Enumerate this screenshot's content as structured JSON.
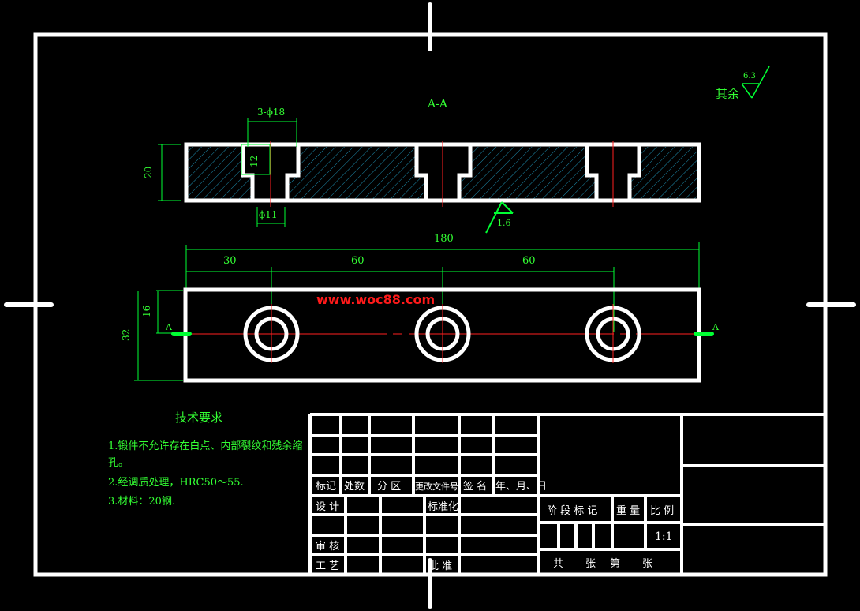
{
  "section_label": "A-A",
  "roughness": {
    "prefix": "其余",
    "value": "6.3",
    "section_value": "1.6"
  },
  "dims": {
    "holes_top": "3-ϕ18",
    "height_20": "20",
    "depth_12": "12",
    "dia_11": "ϕ11",
    "total_180": "180",
    "d30": "30",
    "d60a": "60",
    "d60b": "60",
    "h16": "16",
    "h32": "32",
    "section_mark_left": "A",
    "section_mark_right": "A"
  },
  "watermark": "www.woc88.com",
  "tech": {
    "title": "技术要求",
    "line1": "1.锻件不允许存在白点、内部裂纹和残余缩",
    "line2": "孔。",
    "line3": "2.经调质处理，HRC50～55.",
    "line4": "3.材料：20钢."
  },
  "titleblock": {
    "biaoji": "标记",
    "chushu": "处数",
    "fenqu": "分 区",
    "genggai": "更改文件号",
    "qianming": "签 名",
    "nianyueri": "年、月、日",
    "sheji": "设 计",
    "biaozhunhua": "标准化",
    "shenhe": "审 核",
    "gongyi": "工 艺",
    "pizhun": "批 准",
    "jieduan": "阶 段 标 记",
    "zhongliang": "重 量",
    "bili": "比 例",
    "scale": "1:1",
    "gong": "共",
    "zhang1": "张",
    "di": "第",
    "zhang2": "张"
  }
}
